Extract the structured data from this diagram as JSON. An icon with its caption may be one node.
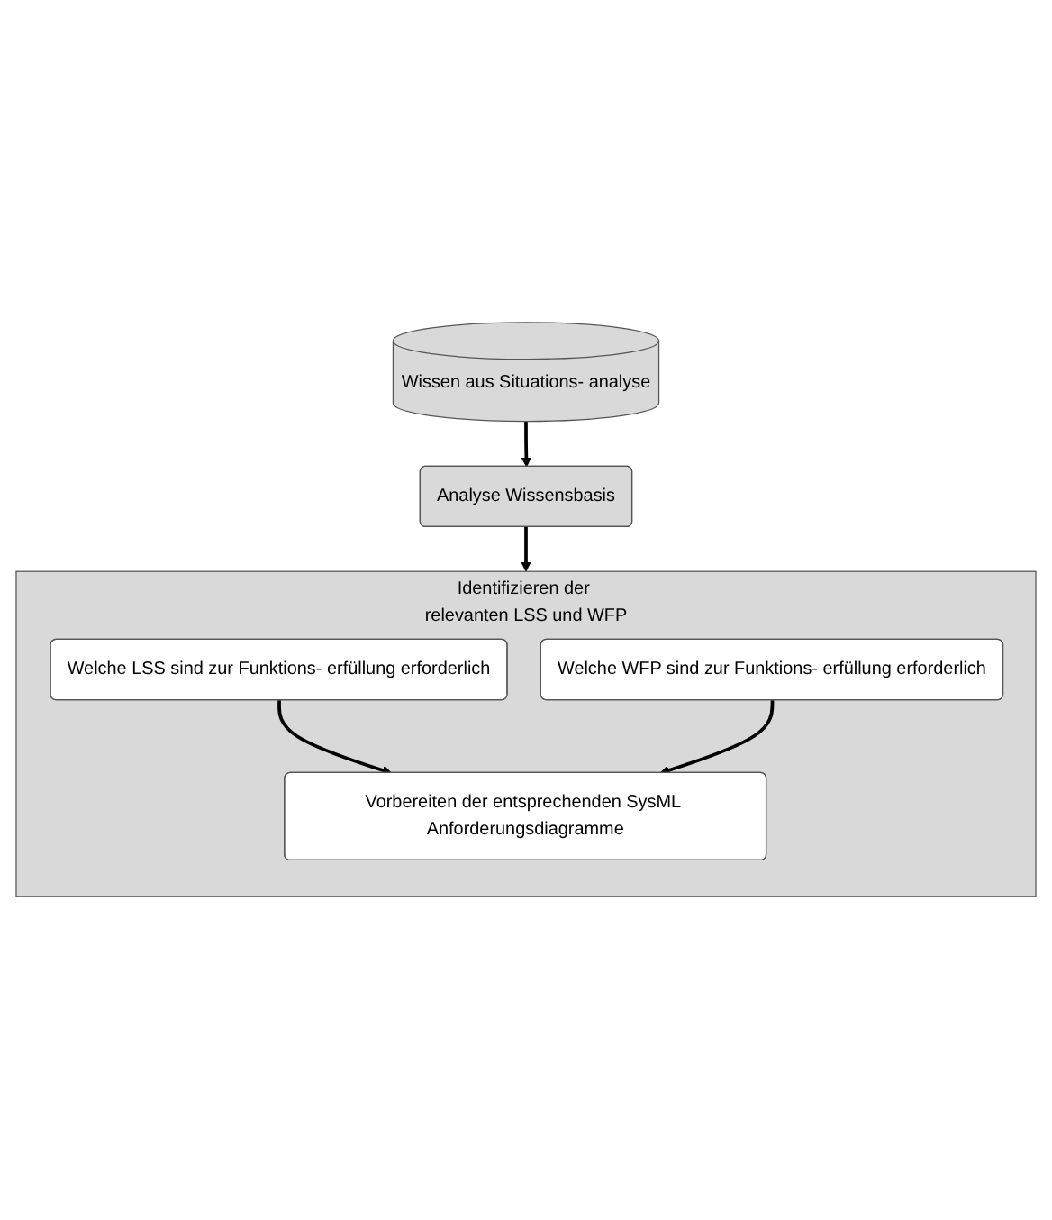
{
  "diagram": {
    "nodes": [
      {
        "text": [
          "Wissen aus Situations- analyse"
        ]
      },
      {
        "text": [
          "Analyse Wissensbasis"
        ]
      },
      {
        "text": [
          "Identifizieren der relevanten LSS und WFP"
        ]
      },
      {
        "text": [
          "Welche LSS sind zur Funktions- erfüllung erforderlich"
        ],
        "in": 2
      },
      {
        "text": [
          "Welche WFP sind zur Funktions- erfüllung erforderlich"
        ],
        "in": 2
      },
      {
        "text": [
          "Vorbereiten der entsprechenden SysML Anforderungsdiagramme"
        ],
        "in": 2
      }
    ],
    "edges": [
      {
        "from": 0,
        "to": 1,
        "arrow": "to"
      },
      {
        "from": 1,
        "to": 2,
        "arrow": "to"
      },
      {
        "from": 3,
        "to": 5,
        "arrow": "to"
      },
      {
        "from": 4,
        "to": 5,
        "arrow": "to"
      }
    ]
  }
}
